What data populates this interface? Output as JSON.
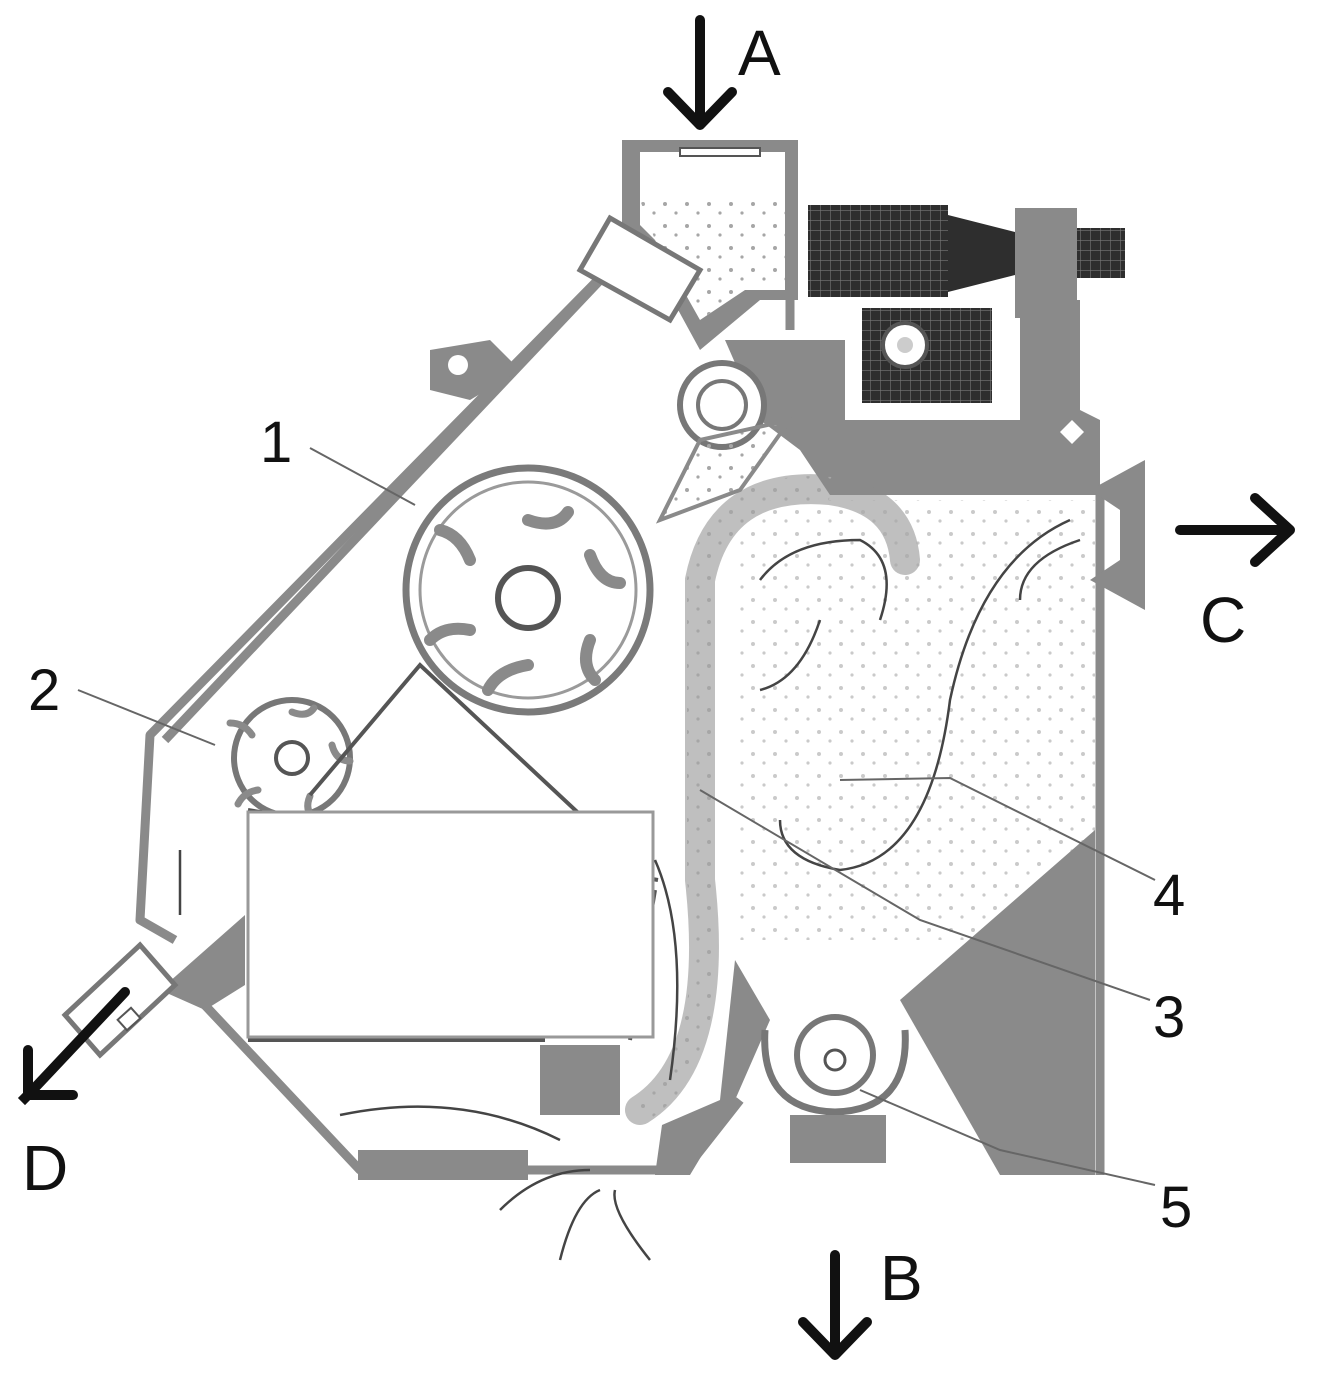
{
  "stream_labels": {
    "A": "A",
    "B": "B",
    "C": "C",
    "D": "D"
  },
  "part_labels": {
    "p1": "1",
    "p2": "2",
    "p3": "3",
    "p4": "4",
    "p5": "5"
  },
  "colors": {
    "housing": "#8a8a8a",
    "housing_dark": "#6d6d6d",
    "interior": "#ffffff",
    "motor": "#2e2e2e",
    "particles": "#a6a6a6",
    "ink": "#111111"
  }
}
